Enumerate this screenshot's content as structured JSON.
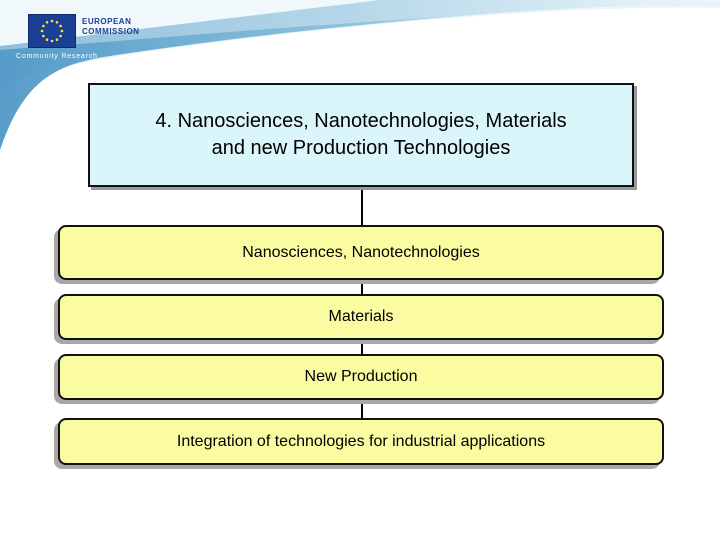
{
  "header": {
    "org_line1": "EUROPEAN",
    "org_line2": "COMMISSION",
    "tagline": "Community Research"
  },
  "colors": {
    "title_box_fill": "#dbf6fb",
    "sub_box_fill": "#fbfba2",
    "brand_blue": "#1a3f93",
    "header_swoosh": "#5aa3c8"
  },
  "diagram": {
    "title_line1": "4. Nanosciences, Nanotechnologies, Materials",
    "title_line2": "and new Production Technologies",
    "items": [
      {
        "label": "Nanosciences, Nanotechnologies"
      },
      {
        "label": "Materials"
      },
      {
        "label": "New Production"
      },
      {
        "label": "Integration of technologies for industrial applications"
      }
    ]
  }
}
